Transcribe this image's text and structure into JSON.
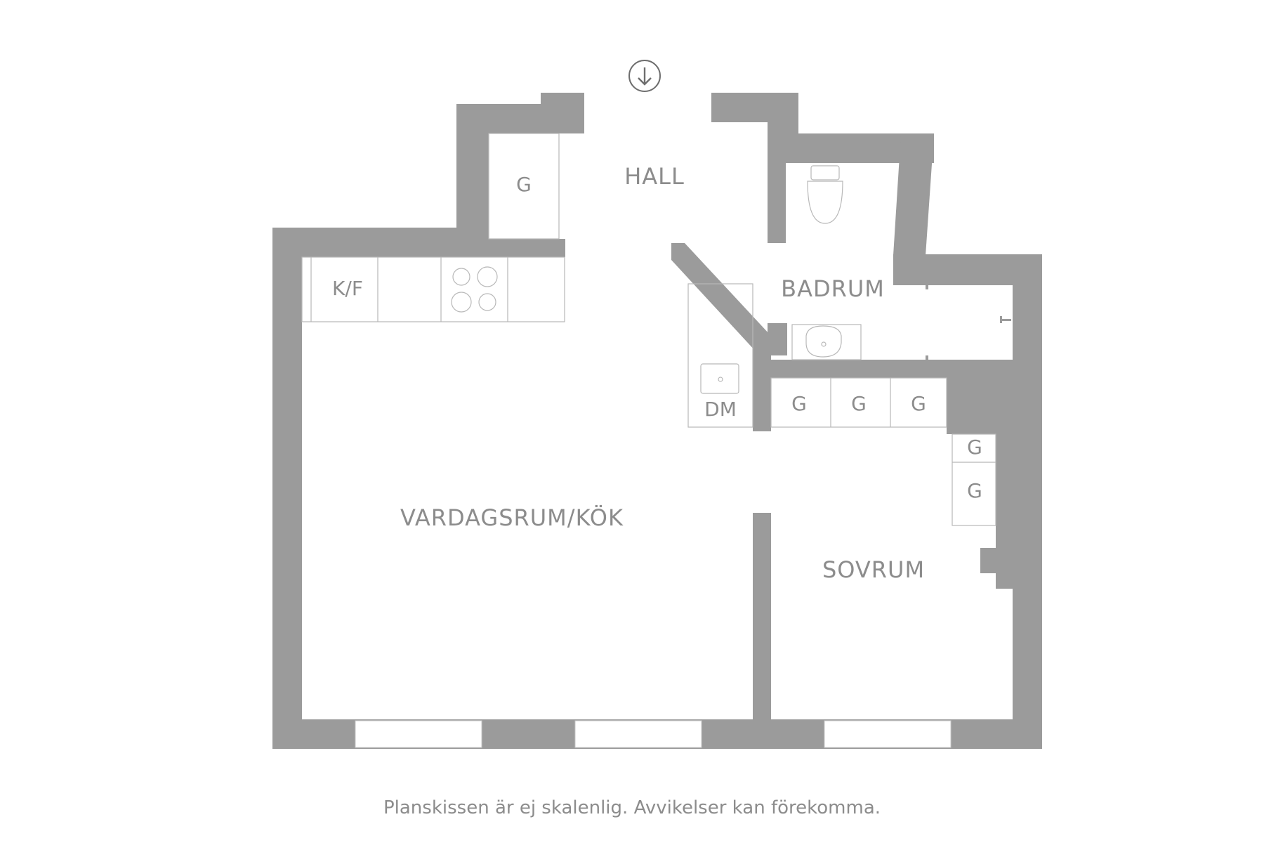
{
  "rooms": {
    "hall": "HALL",
    "badrum": "BADRUM",
    "vardagsrum": "VARDAGSRUM/KÖK",
    "sovrum": "SOVRUM"
  },
  "fixtures": {
    "kf": "K/F",
    "dm": "DM",
    "wardrobe": "G"
  },
  "disclaimer": "Planskissen är ej skalenlig. Avvikelser kan förekomma."
}
